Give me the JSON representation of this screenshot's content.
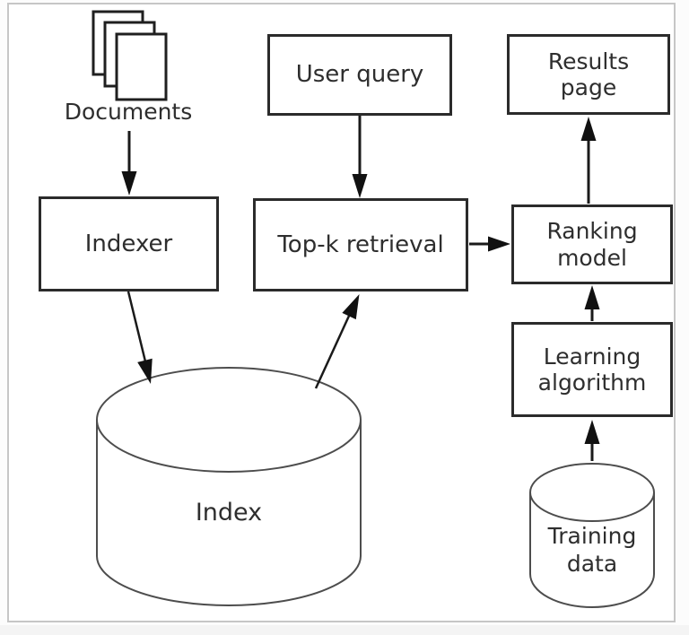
{
  "diagram": {
    "description": "Search engine architecture with learning-to-rank flow diagram",
    "nodes": {
      "documents": {
        "label": "Documents",
        "shape": "document-stack"
      },
      "indexer": {
        "label": "Indexer",
        "shape": "rectangle"
      },
      "index": {
        "label": "Index",
        "shape": "database-cylinder"
      },
      "user_query": {
        "label": "User query",
        "shape": "rectangle"
      },
      "topk_retrieval": {
        "label": "Top-k retrieval",
        "shape": "rectangle"
      },
      "ranking_model": {
        "label": "Ranking\nmodel",
        "shape": "rectangle"
      },
      "results_page": {
        "label": "Results\npage",
        "shape": "rectangle"
      },
      "learning_algorithm": {
        "label": "Learning\nalgorithm",
        "shape": "rectangle"
      },
      "training_data": {
        "label": "Training\ndata",
        "shape": "database-cylinder"
      }
    },
    "edges": [
      {
        "from": "documents",
        "to": "indexer"
      },
      {
        "from": "indexer",
        "to": "index"
      },
      {
        "from": "user_query",
        "to": "topk_retrieval"
      },
      {
        "from": "index",
        "to": "topk_retrieval"
      },
      {
        "from": "topk_retrieval",
        "to": "ranking_model"
      },
      {
        "from": "ranking_model",
        "to": "results_page"
      },
      {
        "from": "learning_algorithm",
        "to": "ranking_model"
      },
      {
        "from": "training_data",
        "to": "learning_algorithm"
      }
    ],
    "colors": {
      "box_border": "#2b2b2b",
      "arrow": "#1a1a1a",
      "cylinder_stroke": "#4d4d4d",
      "text": "#2e2e2e",
      "frame_border": "#c6c6c6",
      "background": "#ffffff",
      "bottom_strip": "#f4f4f4"
    }
  }
}
